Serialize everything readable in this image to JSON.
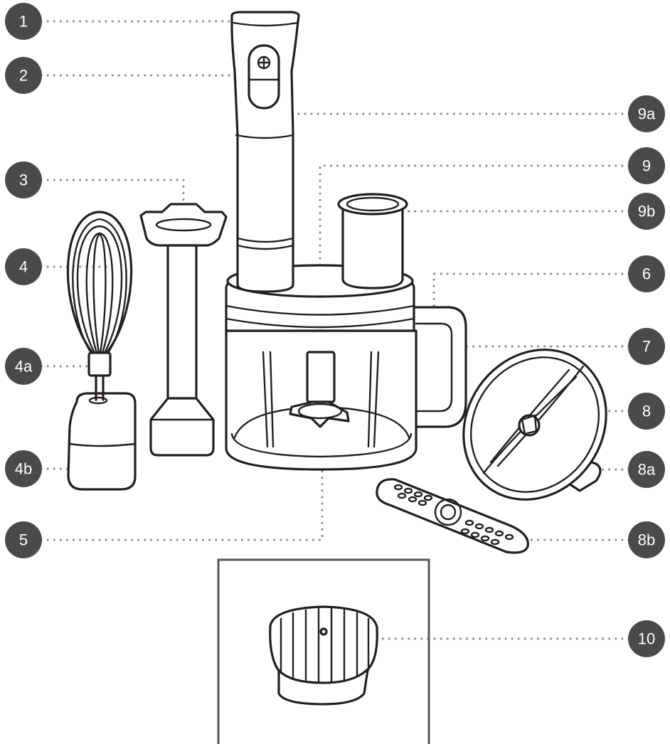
{
  "callouts": {
    "c1": "1",
    "c2": "2",
    "c3": "3",
    "c4": "4",
    "c4a": "4a",
    "c4b": "4b",
    "c5": "5",
    "c6": "6",
    "c7": "7",
    "c8": "8",
    "c8a": "8a",
    "c8b": "8b",
    "c9": "9",
    "c9a": "9a",
    "c9b": "9b",
    "c10": "10"
  },
  "colors": {
    "badge": "#4a4a4a",
    "line": "#231f20",
    "leader": "#8a8a8a",
    "inset_frame": "#555555"
  }
}
